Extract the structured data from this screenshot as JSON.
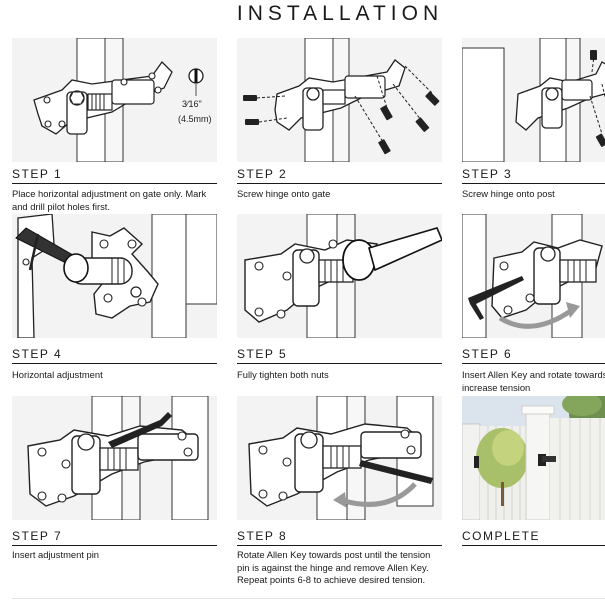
{
  "title": "INSTALLATION",
  "steps": [
    {
      "label": "STEP 1",
      "desc": "Place horizontal adjustment on gate only. Mark and drill pilot holes first.",
      "measure_fraction": "3⁄16\"",
      "measure_mm": "(4.5mm)"
    },
    {
      "label": "STEP 2",
      "desc": "Screw hinge onto gate"
    },
    {
      "label": "STEP 3",
      "desc": "Screw hinge onto post"
    },
    {
      "label": "STEP 4",
      "desc": "Horizontal adjustment"
    },
    {
      "label": "STEP 5",
      "desc": "Fully tighten both nuts"
    },
    {
      "label": "STEP 6",
      "desc": "Insert Allen Key and rotate towards increase tension"
    },
    {
      "label": "STEP 7",
      "desc": "Insert adjustment pin"
    },
    {
      "label": "STEP 8",
      "desc": "Rotate Allen Key towards post until the tension pin is against the hinge and remove Allen Key. Repeat points 6-8 to achieve desired tension."
    },
    {
      "label": "COMPLETE",
      "desc": ""
    }
  ]
}
